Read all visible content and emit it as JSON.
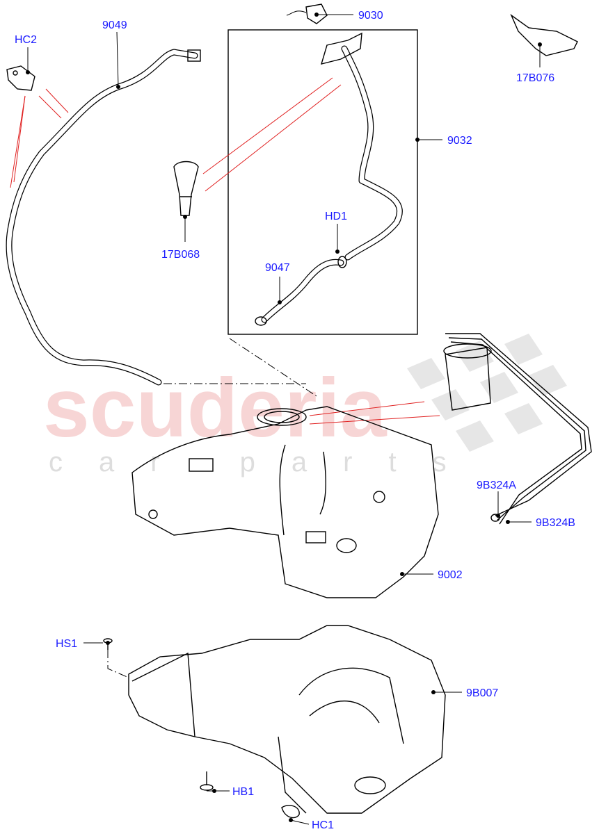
{
  "watermark": {
    "brand": "scuderia",
    "sub": "car parts",
    "color": "#f5c8c8"
  },
  "label_color": "#1a1aff",
  "callouts": {
    "hc2": "HC2",
    "p9049": "9049",
    "p9030": "9030",
    "p17b076": "17B076",
    "p9032": "9032",
    "p17b068": "17B068",
    "hd1": "HD1",
    "p9047": "9047",
    "p9b324a": "9B324A",
    "p9b324b": "9B324B",
    "p9002": "9002",
    "hs1": "HS1",
    "p9b007": "9B007",
    "hb1": "HB1",
    "hc1": "HC1"
  }
}
